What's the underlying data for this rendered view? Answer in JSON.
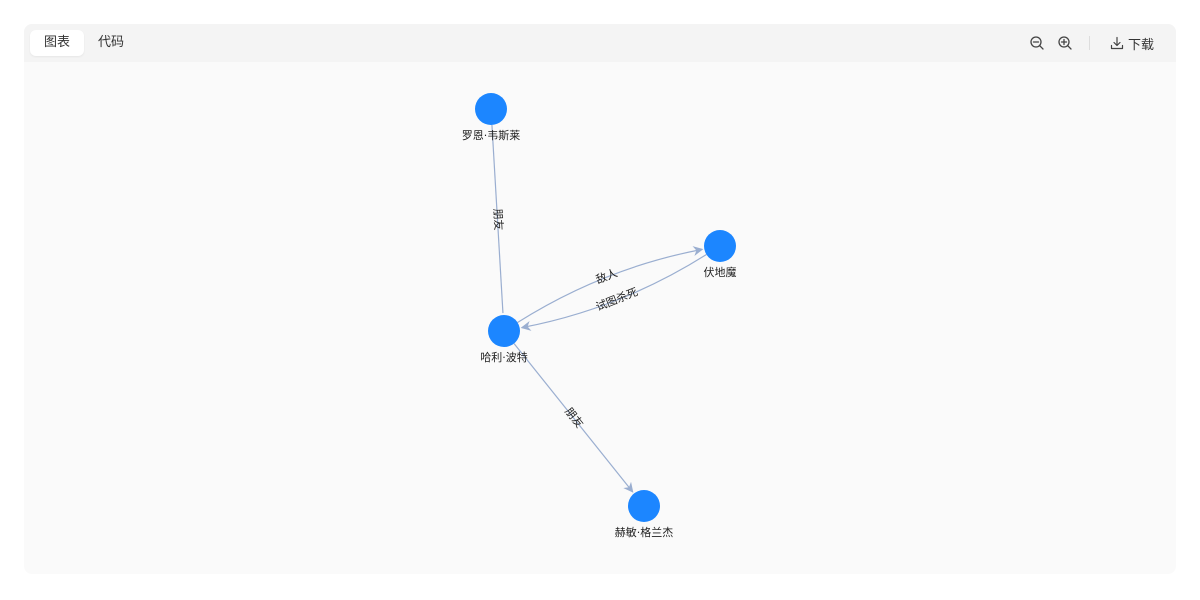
{
  "toolbar": {
    "tabs": [
      {
        "label": "图表",
        "active": true
      },
      {
        "label": "代码",
        "active": false
      }
    ],
    "zoom_out_icon": "zoom-out-icon",
    "zoom_in_icon": "zoom-in-icon",
    "download_icon": "download-icon",
    "download_label": "下载"
  },
  "colors": {
    "node": "#1c86ff",
    "edge": "#9aaed0",
    "panel_bg": "#fafafa",
    "toolbar_bg": "#f4f4f4"
  },
  "graph": {
    "nodes": [
      {
        "id": "ron",
        "label": "罗恩·韦斯莱"
      },
      {
        "id": "harry",
        "label": "哈利·波特"
      },
      {
        "id": "voldemort",
        "label": "伏地魔"
      },
      {
        "id": "hermione",
        "label": "赫敏·格兰杰"
      }
    ],
    "edges": [
      {
        "id": "e1",
        "source": "ron",
        "target": "harry",
        "label": "朋友"
      },
      {
        "id": "e2",
        "source": "harry",
        "target": "voldemort",
        "label": "敌人"
      },
      {
        "id": "e3",
        "source": "voldemort",
        "target": "harry",
        "label": "试图杀死"
      },
      {
        "id": "e4",
        "source": "harry",
        "target": "hermione",
        "label": "朋友"
      }
    ]
  }
}
